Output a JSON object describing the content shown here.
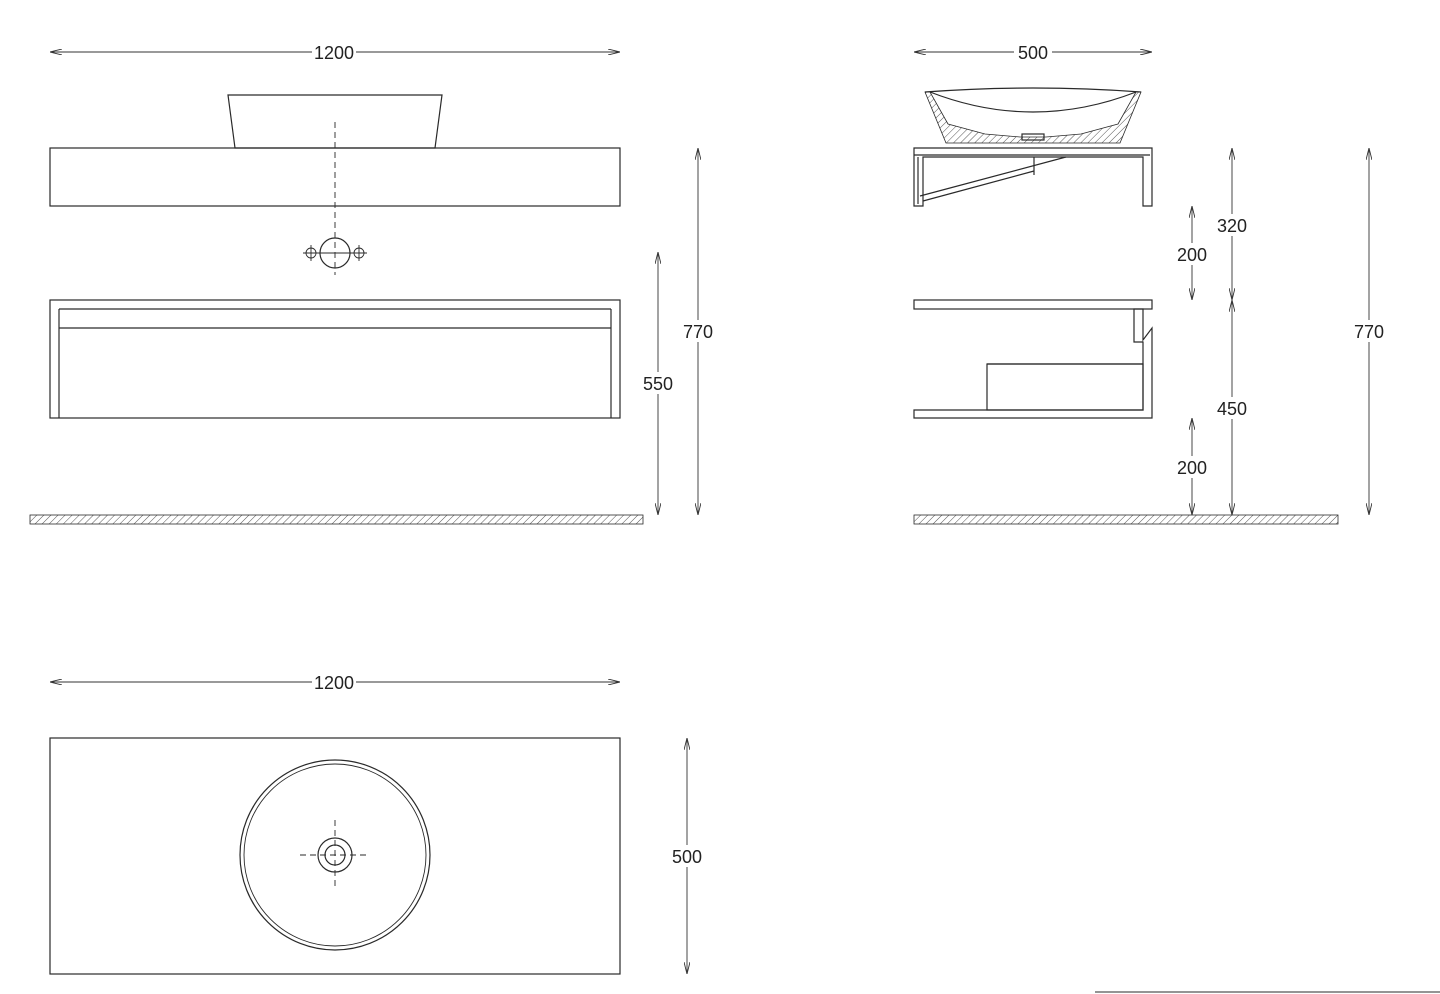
{
  "dimensions": {
    "front_width": "1200",
    "side_width": "500",
    "plan_width": "1200",
    "front_total_height": "770",
    "front_shelf_height": "550",
    "side_upper_clearance": "200",
    "side_upper_gap": "320",
    "side_lower_height": "450",
    "side_floor_clearance": "200",
    "side_total_height": "770",
    "plan_depth": "500"
  },
  "colors": {
    "line": "#2a2a2a",
    "background": "#ffffff"
  }
}
